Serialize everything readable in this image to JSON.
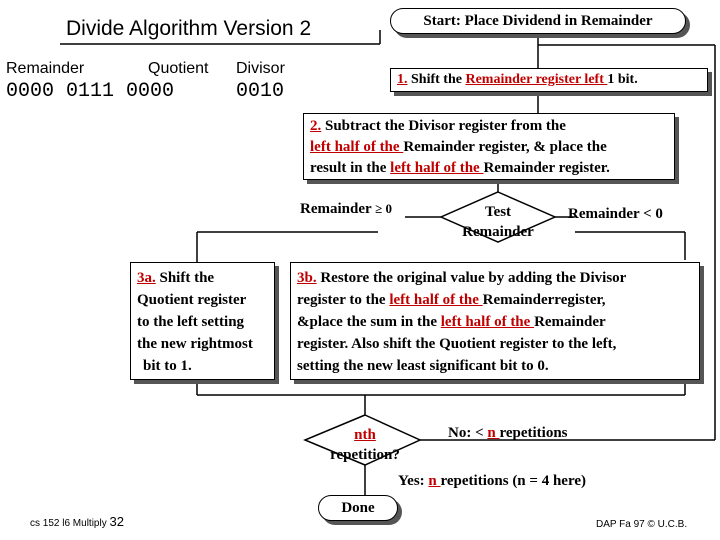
{
  "title": "Divide Algorithm Version 2",
  "registers": {
    "remainder_label": "Remainder",
    "quotient_label": "Quotient",
    "divisor_label": "Divisor",
    "remainder_value": "0000 0111 0000",
    "divisor_value": "0010"
  },
  "start": "Start: Place Dividend in Remainder",
  "step1": {
    "num": "1.",
    "a": "Shift the ",
    "b": "Remainder register left ",
    "c": "1 bit."
  },
  "step2": {
    "num": "2.",
    "a": "Subtract the Divisor register from the",
    "b": "left half of the ",
    "c": "Remainder register, & place the",
    "d": "result in the ",
    "e": "left half of the ",
    "f": "Remainder register."
  },
  "test": {
    "line1": "Test",
    "line2": "Remainder"
  },
  "branch_left_label": "Remainder",
  "branch_left_symbol": "≥ 0",
  "branch_right_label": "Remainder < 0",
  "step3a": {
    "num": "3a.",
    "l1": "Shift the",
    "l2": "Quotient register",
    "l3": "to the left setting",
    "l4": "the new rightmost",
    "l5": "bit to 1."
  },
  "step3b": {
    "num": "3b.",
    "l1": "Restore the original value by adding the Divisor",
    "l2a": "register to the ",
    "l2b": "left half of the ",
    "l2c": "Remainderregister,",
    "l3a": "&place the sum in the ",
    "l3b": "left half of the ",
    "l3c": "Remainder",
    "l4": "register. Also shift the Quotient register to the left,",
    "l5": "setting the new least significant bit to 0."
  },
  "repeat": {
    "nth": "nth",
    "line2": "repetition?"
  },
  "no_branch": {
    "a": "No: < ",
    "n": "n ",
    "b": "repetitions"
  },
  "yes_branch": {
    "a": "Yes: ",
    "n": "n ",
    "b": "repetitions (n = 4 here)"
  },
  "done": "Done",
  "footer_left": "cs 152 l6 Multiply",
  "page_number": "32",
  "footer_right": "DAP Fa 97 © U.C.B."
}
